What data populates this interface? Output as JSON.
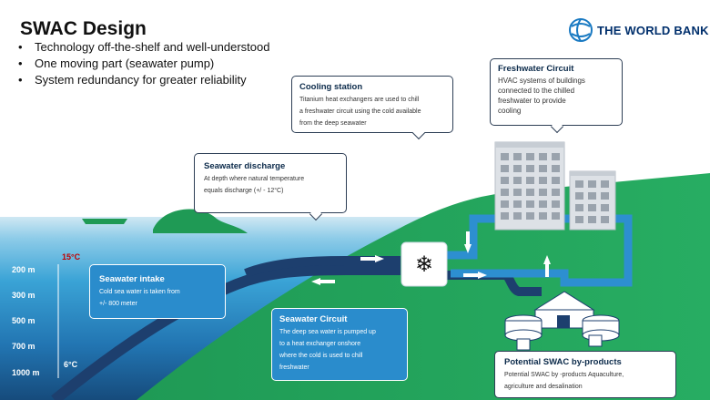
{
  "title": "SWAC Design",
  "bullets": [
    "Technology off-the-shelf and well-understood",
    "One moving part (seawater pump)",
    "System redundancy for greater reliability"
  ],
  "logo": {
    "text": "THE WORLD BANK",
    "icon": "globe-icon"
  },
  "temperatures": {
    "surface": "15°C",
    "deep": "6°C"
  },
  "depth_labels": [
    "200 m",
    "300 m",
    "500 m",
    "700 m",
    "1000 m"
  ],
  "callouts": {
    "cooling_station": {
      "title": "Cooling station",
      "lines": [
        "Titanium heat exchangers are used to chill",
        "a freshwater circuit using the cold available",
        "from the deep seawater"
      ]
    },
    "freshwater_circuit": {
      "title": "Freshwater Circuit",
      "lines": [
        "HVAC systems of buildings",
        "connected to the chilled",
        "freshwater to provide",
        "cooling"
      ]
    },
    "seawater_discharge": {
      "title": "Seawater discharge",
      "lines": [
        "At depth where natural temperature",
        "equals discharge (+/ - 12°C)"
      ]
    },
    "seawater_intake": {
      "title": "Seawater intake",
      "lines": [
        "Cold sea water is taken from",
        "+/- 800 meter"
      ]
    },
    "seawater_circuit": {
      "title": "Seawater Circuit",
      "lines": [
        "The deep sea water is pumped up",
        "to a heat exchanger onshore",
        "where the cold is used to chill",
        "freshwater"
      ]
    },
    "byproducts": {
      "title": "Potential SWAC by-products",
      "lines": [
        "Potential SWAC by -products Aquaculture,",
        "agriculture and desalination"
      ]
    }
  },
  "colors": {
    "sea_light": "#cfe8f3",
    "sea_mid": "#3aa3d6",
    "sea_deep": "#1a5a8c",
    "land": "#22a35a",
    "pipe_dark": "#1d3f6e",
    "pipe_light": "#2d8fd0",
    "accent_red": "#c00000"
  }
}
